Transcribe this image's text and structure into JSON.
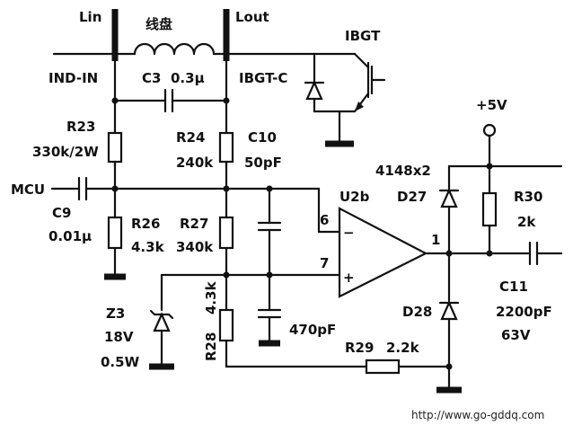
{
  "labels": {
    "lin": "Lin",
    "coil": "线盘",
    "lout": "Lout",
    "ibgt": "IBGT",
    "ind_in": "IND-IN",
    "c3": "C3",
    "c3_val": "0.3μ",
    "ibgt_c": "IBGT-C",
    "vcc": "+5V",
    "r23": "R23",
    "r23_val": "330k/2W",
    "r24": "R24",
    "r24_val": "240k",
    "c10": "C10",
    "c10_val": "50pF",
    "d27_type": "4148x2",
    "d27": "D27",
    "r30": "R30",
    "r30_val": "2k",
    "mcu": "MCU",
    "u2b": "U2b",
    "c9": "C9",
    "c9_val": "0.01μ",
    "r26": "R26",
    "r26_val": "4.3k",
    "r27": "R27",
    "r27_val": "340k",
    "pin6": "6",
    "pin7": "7",
    "pin1": "1",
    "minus": "−",
    "plus": "+",
    "c11": "C11",
    "c11_val": "2200pF",
    "c11_volt": "63V",
    "z3": "Z3",
    "z3_v": "18V",
    "z3_w": "0.5W",
    "r28_val": "4.3k",
    "r28": "R28",
    "c_470": "470pF",
    "d28": "D28",
    "r29": "R29",
    "r29_val": "2.2k",
    "url": "http://www.go-gddq.com"
  }
}
